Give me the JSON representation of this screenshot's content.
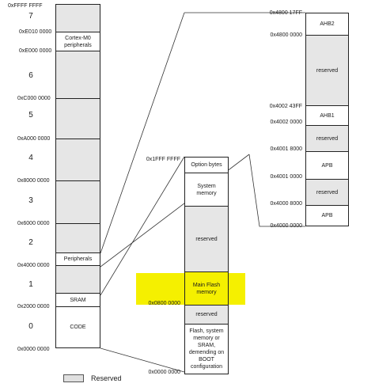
{
  "left_column": {
    "addresses": [
      "0xFFFF FFFF",
      "0xE010 0000",
      "0xE000 0000",
      "0xC000 0000",
      "0xA000 0000",
      "0x8000 0000",
      "0x6000 0000",
      "0x4000 0000",
      "0x2000 0000",
      "0x0000 0000"
    ],
    "region_numbers": [
      "7",
      "6",
      "5",
      "4",
      "3",
      "2",
      "1",
      "0"
    ],
    "labels": {
      "cortex": "Cortex-M0 peripherals",
      "peripherals": "Peripherals",
      "sram": "SRAM",
      "code": "CODE"
    }
  },
  "middle_column": {
    "addresses": [
      "0x1FFF FFFF",
      "0x0800 0000",
      "0x0000 0000"
    ],
    "labels": {
      "option_bytes": "Option bytes",
      "system_memory": "System memory",
      "reserved_1": "reserved",
      "main_flash": "Main Flash memory",
      "reserved_2": "reserved",
      "boot": "Flash, system memory or SRAM, demending on BOOT configuration"
    }
  },
  "right_column": {
    "addresses": [
      "0x4800 17FF",
      "0x4800 0000",
      "0x4002 43FF",
      "0x4002 0000",
      "0x4001 8000",
      "0x4001 0000",
      "0x4000 8000",
      "0x4000 0000"
    ],
    "labels": {
      "ahb2": "AHB2",
      "reserved_1": "reserved",
      "ahb1": "AHB1",
      "reserved_2": "reserved",
      "apb_1": "APB",
      "reserved_3": "reserved",
      "apb_2": "APB"
    }
  },
  "legend": {
    "label": "Reserved"
  },
  "colors": {
    "reserved_fill": "#e6e6e6",
    "highlight": "#f5f000",
    "outline": "#222222"
  }
}
